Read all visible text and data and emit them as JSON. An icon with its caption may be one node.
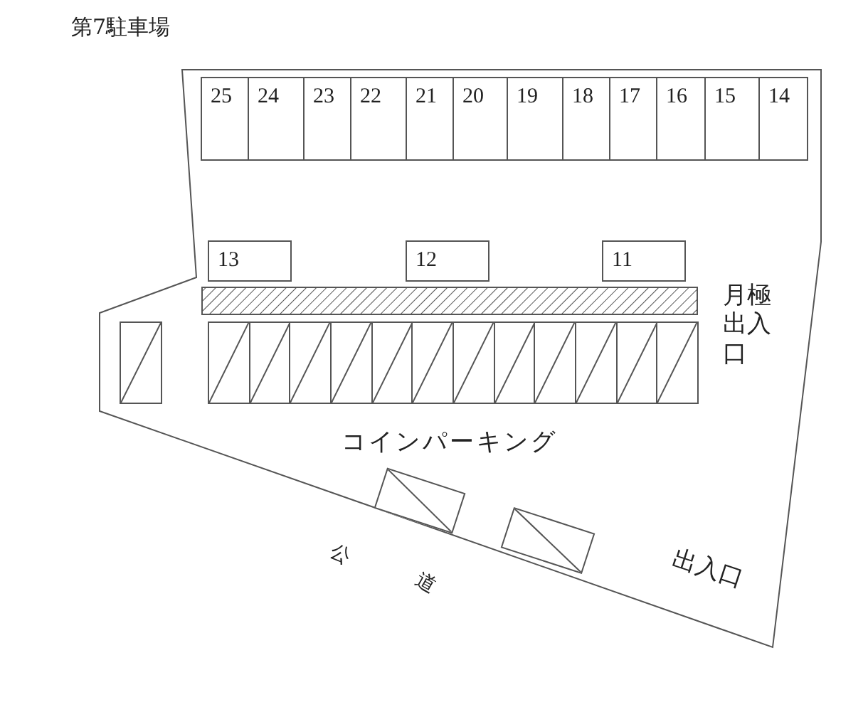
{
  "diagram": {
    "title": "第7駐車場",
    "nodes": [
      {
        "text": [
          "25"
        ]
      },
      {
        "text": [
          "24"
        ]
      },
      {
        "text": [
          "23"
        ]
      },
      {
        "text": [
          "22"
        ]
      },
      {
        "text": [
          "21"
        ]
      },
      {
        "text": [
          "20"
        ]
      },
      {
        "text": [
          "19"
        ]
      },
      {
        "text": [
          "18"
        ]
      },
      {
        "text": [
          "17"
        ]
      },
      {
        "text": [
          "16"
        ]
      },
      {
        "text": [
          "15"
        ]
      },
      {
        "text": [
          "14"
        ]
      },
      {
        "text": [
          "13"
        ]
      },
      {
        "text": [
          "12"
        ]
      },
      {
        "text": [
          "11"
        ]
      },
      {
        "text": [],
        "shape": "box"
      },
      {
        "text": [],
        "shape": "box"
      },
      {
        "text": [],
        "shape": "box"
      },
      {
        "text": [],
        "shape": "box"
      },
      {
        "text": [],
        "shape": "box"
      },
      {
        "text": [],
        "shape": "box"
      },
      {
        "text": [],
        "shape": "box"
      },
      {
        "text": [],
        "shape": "box"
      },
      {
        "text": [],
        "shape": "box"
      },
      {
        "text": [],
        "shape": "box"
      },
      {
        "text": [],
        "shape": "box"
      },
      {
        "text": [],
        "shape": "box"
      },
      {
        "text": [],
        "shape": "box"
      },
      {
        "text": [],
        "shape": "box"
      },
      {
        "text": [],
        "shape": "box"
      }
    ],
    "labels": [
      "月極出入口",
      "コインパーキング",
      "公",
      "道",
      "出入口"
    ]
  }
}
